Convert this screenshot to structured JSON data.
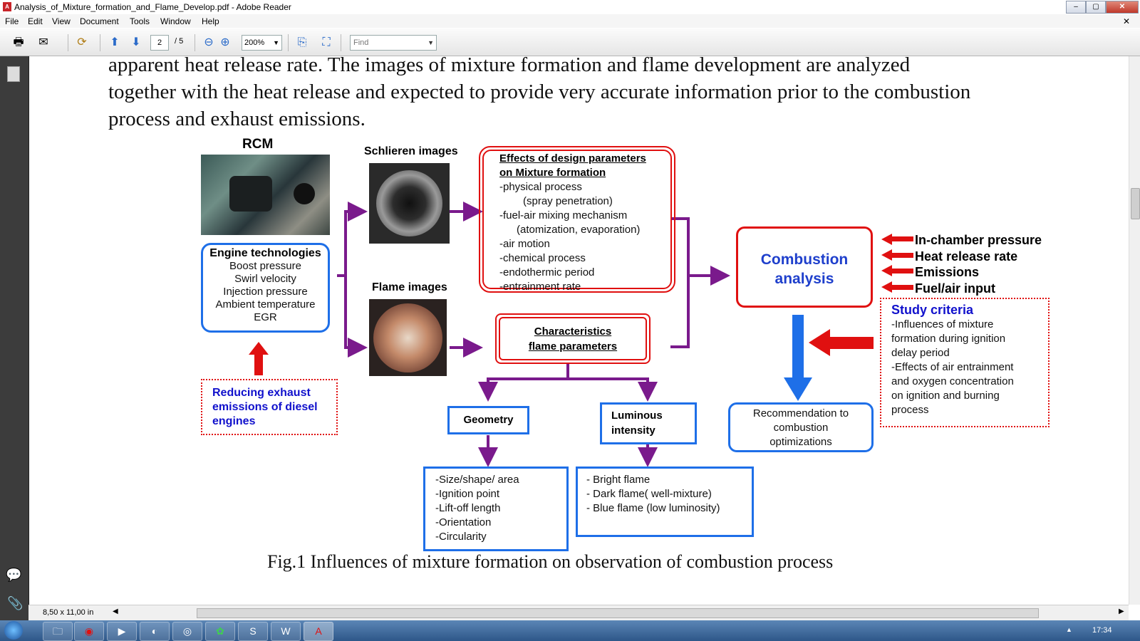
{
  "window": {
    "title": "Analysis_of_Mixture_formation_and_Flame_Develop.pdf - Adobe Reader",
    "controls": [
      "–",
      "▢",
      "✕"
    ]
  },
  "menu": [
    "File",
    "Edit",
    "View",
    "Document",
    "Tools",
    "Window",
    "Help"
  ],
  "toolbar": {
    "page_current": "2",
    "page_total": "/ 5",
    "zoom": "200%",
    "find_placeholder": "Find"
  },
  "document": {
    "paragraph_lines": [
      "apparent heat release rate. The images of mixture formation and flame development are analyzed",
      "together with the heat release and expected to provide very accurate information prior to the combustion",
      "process and exhaust emissions."
    ],
    "figure": {
      "rcm_title": "RCM",
      "engine_title": "Engine technologies",
      "engine_items": [
        "Boost pressure",
        "Swirl velocity",
        "Injection pressure",
        "Ambient temperature",
        "EGR"
      ],
      "reducing": "Reducing exhaust emissions of diesel engines",
      "schlieren_title": "Schlieren images",
      "flame_title": "Flame images",
      "effects_title_1": "Effects of design parameters",
      "effects_title_2": "on Mixture formation",
      "effects_items": [
        "-physical process",
        "(spray penetration)",
        "-fuel-air mixing mechanism",
        "(atomization, evaporation)",
        "-air motion",
        "-chemical process",
        "-endothermic period",
        "-entrainment rate"
      ],
      "char_1": "Characteristics",
      "char_2": "flame parameters",
      "geometry": "Geometry",
      "luminous_1": "Luminous",
      "luminous_2": "intensity",
      "geometry_items": [
        "-Size/shape/ area",
        "-Ignition point",
        "-Lift-off length",
        "-Orientation",
        "-Circularity"
      ],
      "luminous_items": [
        "- Bright flame",
        "- Dark flame( well-mixture)",
        "- Blue flame (low  luminosity)"
      ],
      "combustion_1": "Combustion",
      "combustion_2": "analysis",
      "inputs": [
        "In-chamber pressure",
        "Heat release rate",
        "Emissions",
        "Fuel/air input"
      ],
      "study_title": "Study criteria",
      "study_lines": [
        "-Influences of mixture",
        "formation during ignition",
        "delay period",
        "-Effects of air entrainment",
        "and oxygen concentration",
        "on ignition and burning",
        "process"
      ],
      "recommendation_lines": [
        "Recommendation to",
        "combustion",
        "optimizations"
      ],
      "caption": "Fig.1 Influences of mixture formation on observation of combustion process"
    }
  },
  "status": {
    "page_size": "8,50 x 11,00 in"
  },
  "taskbar": {
    "time": "17:34"
  },
  "colors": {
    "red": "#e01010",
    "blue": "#1e6fe8",
    "purple": "#7a1a8c",
    "dark_blue": "#1111cc"
  }
}
